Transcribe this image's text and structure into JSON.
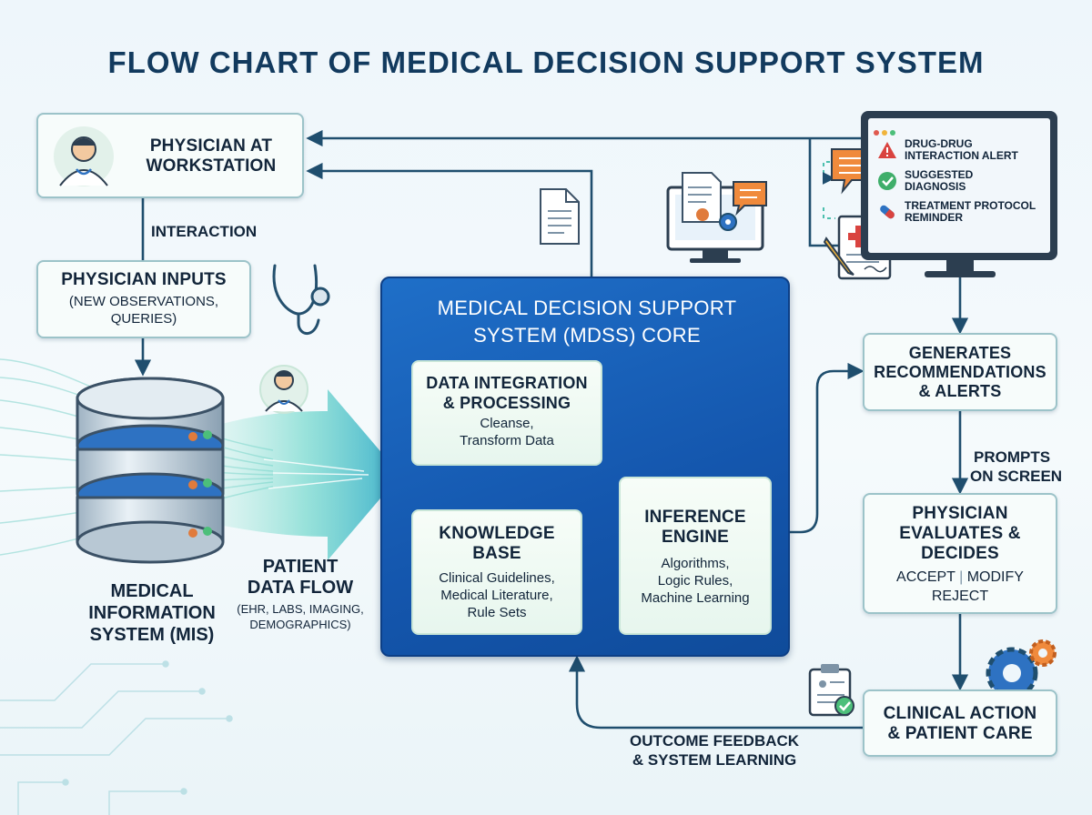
{
  "title": "FLOW CHART OF MEDICAL DECISION SUPPORT SYSTEM",
  "physician_workstation": {
    "line1": "PHYSICIAN AT",
    "line2": "WORKSTATION"
  },
  "interaction_label": "INTERACTION",
  "physician_inputs": {
    "title": "PHYSICIAN INPUTS",
    "line1": "(NEW OBSERVATIONS,",
    "line2": "QUERIES)"
  },
  "mis": {
    "line1": "MEDICAL",
    "line2": "INFORMATION",
    "line3": "SYSTEM (MIS)"
  },
  "patient_data_flow": {
    "line1": "PATIENT",
    "line2": "DATA FLOW",
    "sub1": "(EHR, LABS, IMAGING,",
    "sub2": "DEMOGRAPHICS)"
  },
  "core": {
    "title_line1": "MEDICAL DECISION SUPPORT",
    "title_line2": "SYSTEM (MDSS) CORE",
    "data_integration": {
      "line1": "DATA INTEGRATION",
      "line2": "& PROCESSING",
      "sub1": "Cleanse,",
      "sub2": "Transform Data"
    },
    "knowledge_base": {
      "line1": "KNOWLEDGE",
      "line2": "BASE",
      "sub1": "Clinical Guidelines,",
      "sub2": "Medical Literature,",
      "sub3": "Rule Sets"
    },
    "inference_engine": {
      "line1": "INFERENCE",
      "line2": "ENGINE",
      "sub1": "Algorithms,",
      "sub2": "Logic Rules,",
      "sub3": "Machine Learning"
    }
  },
  "monitor": {
    "alert1_line1": "DRUG-DRUG",
    "alert1_line2": "INTERACTION ALERT",
    "alert2_line1": "SUGGESTED",
    "alert2_line2": "DIAGNOSIS",
    "alert3_line1": "TREATMENT PROTOCOL",
    "alert3_line2": "REMINDER"
  },
  "generates": {
    "line1": "GENERATES",
    "line2": "RECOMMENDATIONS",
    "line3": "& ALERTS"
  },
  "prompts_label": {
    "line1": "PROMPTS",
    "line2": "ON SCREEN"
  },
  "evaluates": {
    "line1": "PHYSICIAN",
    "line2": "EVALUATES &",
    "line3": "DECIDES",
    "opt1": "ACCEPT",
    "opt2": "MODIFY",
    "opt3": "REJECT"
  },
  "clinical_action": {
    "line1": "CLINICAL ACTION",
    "line2": "& PATIENT CARE"
  },
  "feedback_label": {
    "line1": "OUTCOME FEEDBACK",
    "line2": "& SYSTEM LEARNING"
  },
  "icons": [
    "doctor-icon",
    "stethoscope-icon",
    "database-icon",
    "document-icon",
    "computer-icon",
    "gear-icon",
    "chat-icon",
    "warning-icon",
    "check-icon",
    "pill-icon",
    "prescription-icon",
    "checklist-icon"
  ],
  "colors": {
    "title": "#123a5e",
    "core": "#1456ad",
    "box_border": "#9cc3c9",
    "arrow": "#1f4e6e"
  }
}
